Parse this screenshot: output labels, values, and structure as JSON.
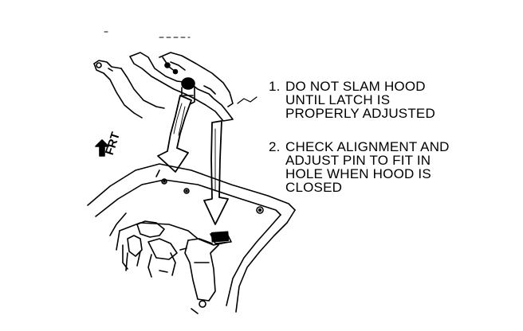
{
  "direction_label": "FRT",
  "notes": [
    {
      "number": "1.",
      "lines": [
        "DO NOT SLAM HOOD",
        "UNTIL LATCH IS",
        "PROPERLY ADJUSTED"
      ]
    },
    {
      "number": "2.",
      "lines": [
        "CHECK ALIGNMENT AND",
        "ADJUST PIN TO FIT IN",
        "HOLE WHEN HOOD IS",
        "CLOSED"
      ]
    }
  ],
  "colors": {
    "ink": "#000000",
    "paper": "#ffffff"
  },
  "icons": {
    "direction_arrow": "up-arrow-icon"
  }
}
